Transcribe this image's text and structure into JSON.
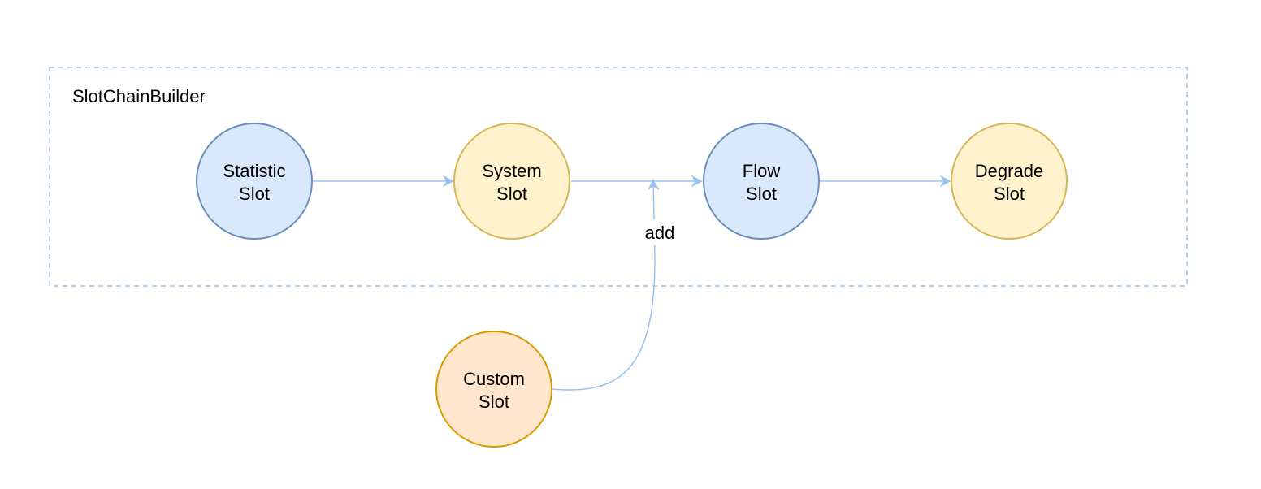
{
  "group": {
    "label": "SlotChainBuilder"
  },
  "nodes": [
    {
      "id": "statistic",
      "line1": "Statistic",
      "line2": "Slot",
      "fill": "#dae8fc",
      "stroke": "#6c8ebf"
    },
    {
      "id": "system",
      "line1": "System",
      "line2": "Slot",
      "fill": "#fff2cc",
      "stroke": "#d6b656"
    },
    {
      "id": "flow",
      "line1": "Flow",
      "line2": "Slot",
      "fill": "#dae8fc",
      "stroke": "#6c8ebf"
    },
    {
      "id": "degrade",
      "line1": "Degrade",
      "line2": "Slot",
      "fill": "#fff2cc",
      "stroke": "#d6b656"
    },
    {
      "id": "custom",
      "line1": "Custom",
      "line2": "Slot",
      "fill": "#ffe6cc",
      "stroke": "#d79b00"
    }
  ],
  "edges": [
    {
      "from": "statistic",
      "to": "system",
      "label": ""
    },
    {
      "from": "system",
      "to": "flow",
      "label": ""
    },
    {
      "from": "flow",
      "to": "degrade",
      "label": ""
    },
    {
      "from": "custom",
      "to": "system-flow-edge",
      "label": "add"
    }
  ],
  "colors": {
    "edge": "#99c2f0",
    "group_border": "#99c2f0"
  }
}
